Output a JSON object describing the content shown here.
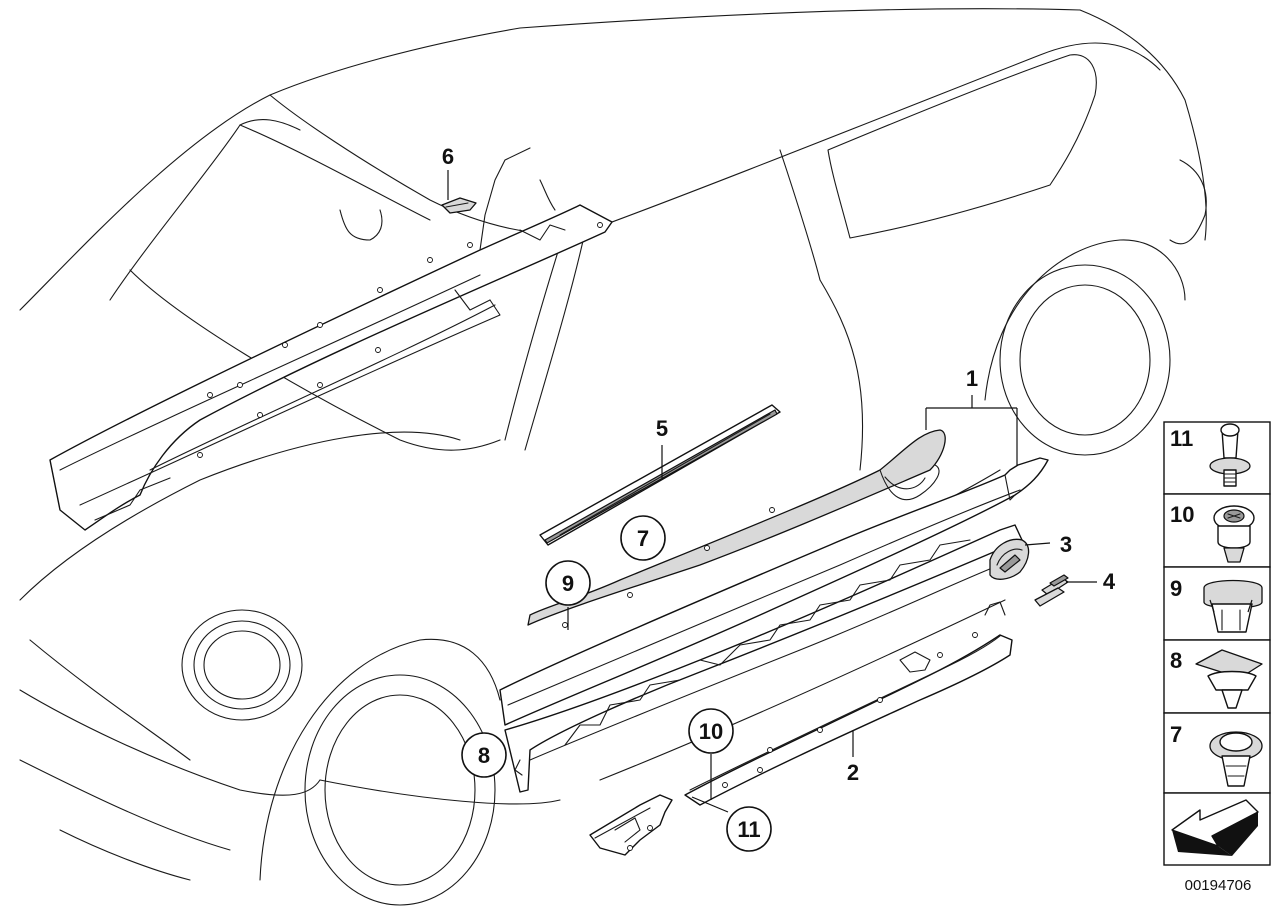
{
  "callouts": {
    "p1": "1",
    "p2": "2",
    "p3": "3",
    "p4": "4",
    "p5": "5",
    "p6": "6",
    "p7": "7",
    "p8": "8",
    "p9": "9",
    "p10": "10",
    "p11": "11"
  },
  "legend": {
    "r11": "11",
    "r10": "10",
    "r9": "9",
    "r8": "8",
    "r7": "7"
  },
  "doc_number": "00194706",
  "colors": {
    "line": "#111111",
    "part_fill": "#d9d9d9",
    "part_dark": "#9a9a9a",
    "background": "#ffffff"
  }
}
